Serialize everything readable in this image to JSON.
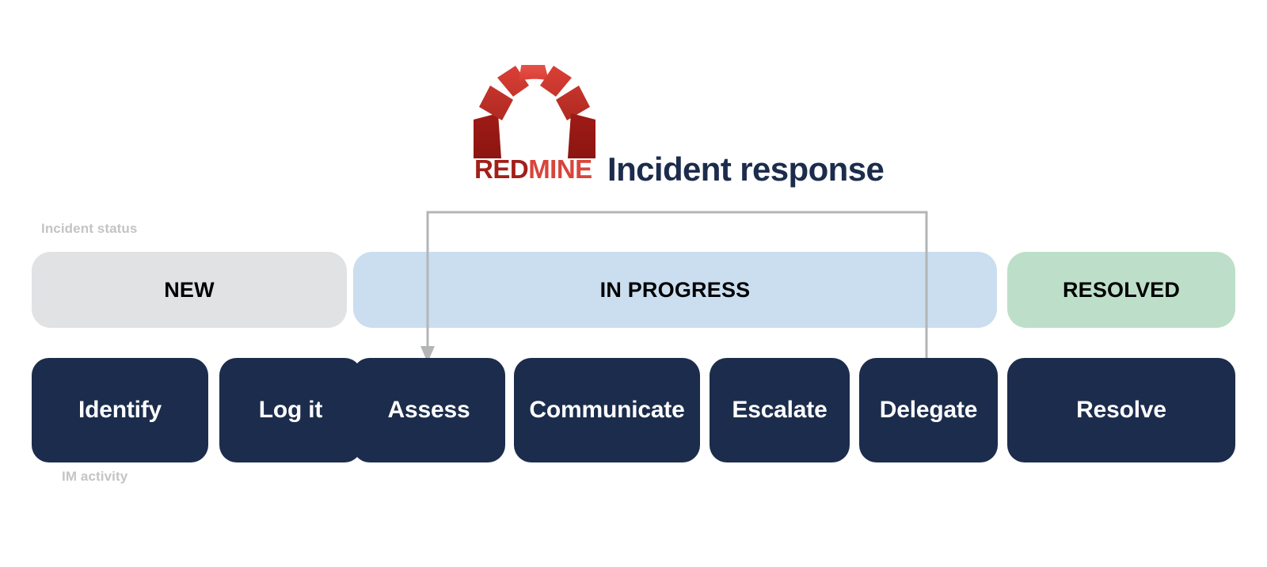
{
  "header": {
    "logo_name": "redmine-arch-logo",
    "wordmark_part1": "RED",
    "wordmark_part2": "MINE",
    "title": "Incident response"
  },
  "labels": {
    "incident_status": "Incident status",
    "im_activity": "IM activity"
  },
  "statuses": [
    {
      "label": "NEW",
      "color": "#e1e2e4"
    },
    {
      "label": "IN PROGRESS",
      "color": "#cbdef0"
    },
    {
      "label": "RESOLVED",
      "color": "#bddfc9"
    }
  ],
  "activities": [
    {
      "label": "Identify",
      "status": "NEW"
    },
    {
      "label": "Log it",
      "status": "NEW"
    },
    {
      "label": "Assess",
      "status": "IN PROGRESS"
    },
    {
      "label": "Communicate",
      "status": "IN PROGRESS"
    },
    {
      "label": "Escalate",
      "status": "IN PROGRESS"
    },
    {
      "label": "Delegate",
      "status": "IN PROGRESS"
    },
    {
      "label": "Resolve",
      "status": "RESOLVED"
    }
  ],
  "connector": {
    "name": "delegate-to-assess-loopback",
    "from": "Delegate",
    "to": "Assess",
    "color": "#b3b5b6"
  },
  "colors": {
    "navy": "#1c2c4c",
    "logo_red_dark": "#9e1b17",
    "logo_red_bright": "#e24b42",
    "label_gray": "#c3c4c6",
    "background": "#ffffff"
  }
}
